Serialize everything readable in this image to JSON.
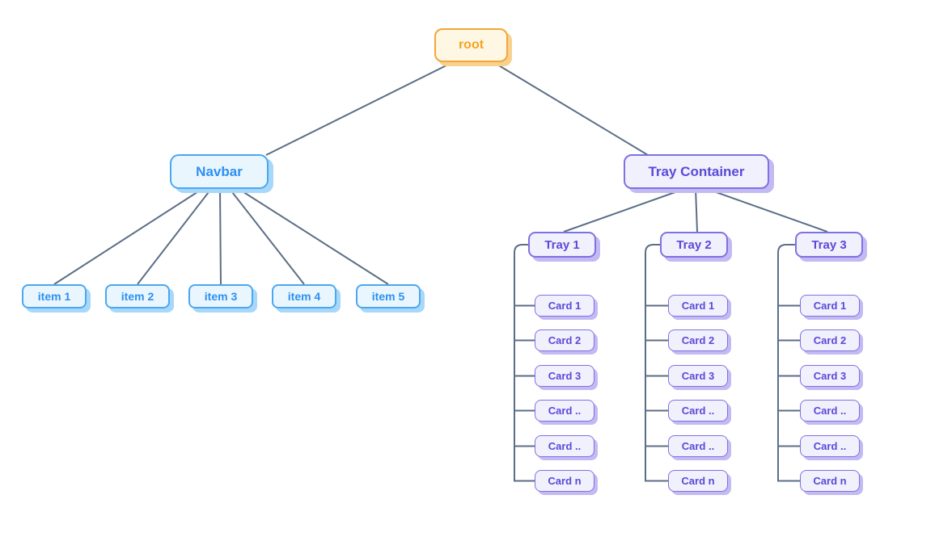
{
  "diagram": {
    "title": "component-tree-diagram",
    "root": {
      "label": "root"
    },
    "navbar": {
      "label": "Navbar",
      "items": [
        "item 1",
        "item 2",
        "item 3",
        "item 4",
        "item 5"
      ]
    },
    "tray_container": {
      "label": "Tray Container",
      "trays": [
        {
          "label": "Tray 1",
          "cards": [
            "Card 1",
            "Card 2",
            "Card 3",
            "Card ..",
            "Card ..",
            "Card n"
          ]
        },
        {
          "label": "Tray 2",
          "cards": [
            "Card 1",
            "Card 2",
            "Card 3",
            "Card ..",
            "Card ..",
            "Card n"
          ]
        },
        {
          "label": "Tray 3",
          "cards": [
            "Card 1",
            "Card 2",
            "Card 3",
            "Card ..",
            "Card ..",
            "Card n"
          ]
        }
      ]
    },
    "colors": {
      "orange_bg": "#FEF7E4",
      "orange_border": "#F2A63C",
      "orange_text": "#F5A41F",
      "orange_shadow": "#F8D18C",
      "blue_bg": "#E9F6FE",
      "blue_border": "#4BA7F1",
      "blue_text": "#2D90F1",
      "blue_shadow": "#A8D8F9",
      "purple_bg": "#F1F0FD",
      "purple_border": "#7F71E2",
      "purple_text": "#5A4AD8",
      "purple_shadow": "#C3BAF3",
      "line": "#5C6E86"
    }
  }
}
